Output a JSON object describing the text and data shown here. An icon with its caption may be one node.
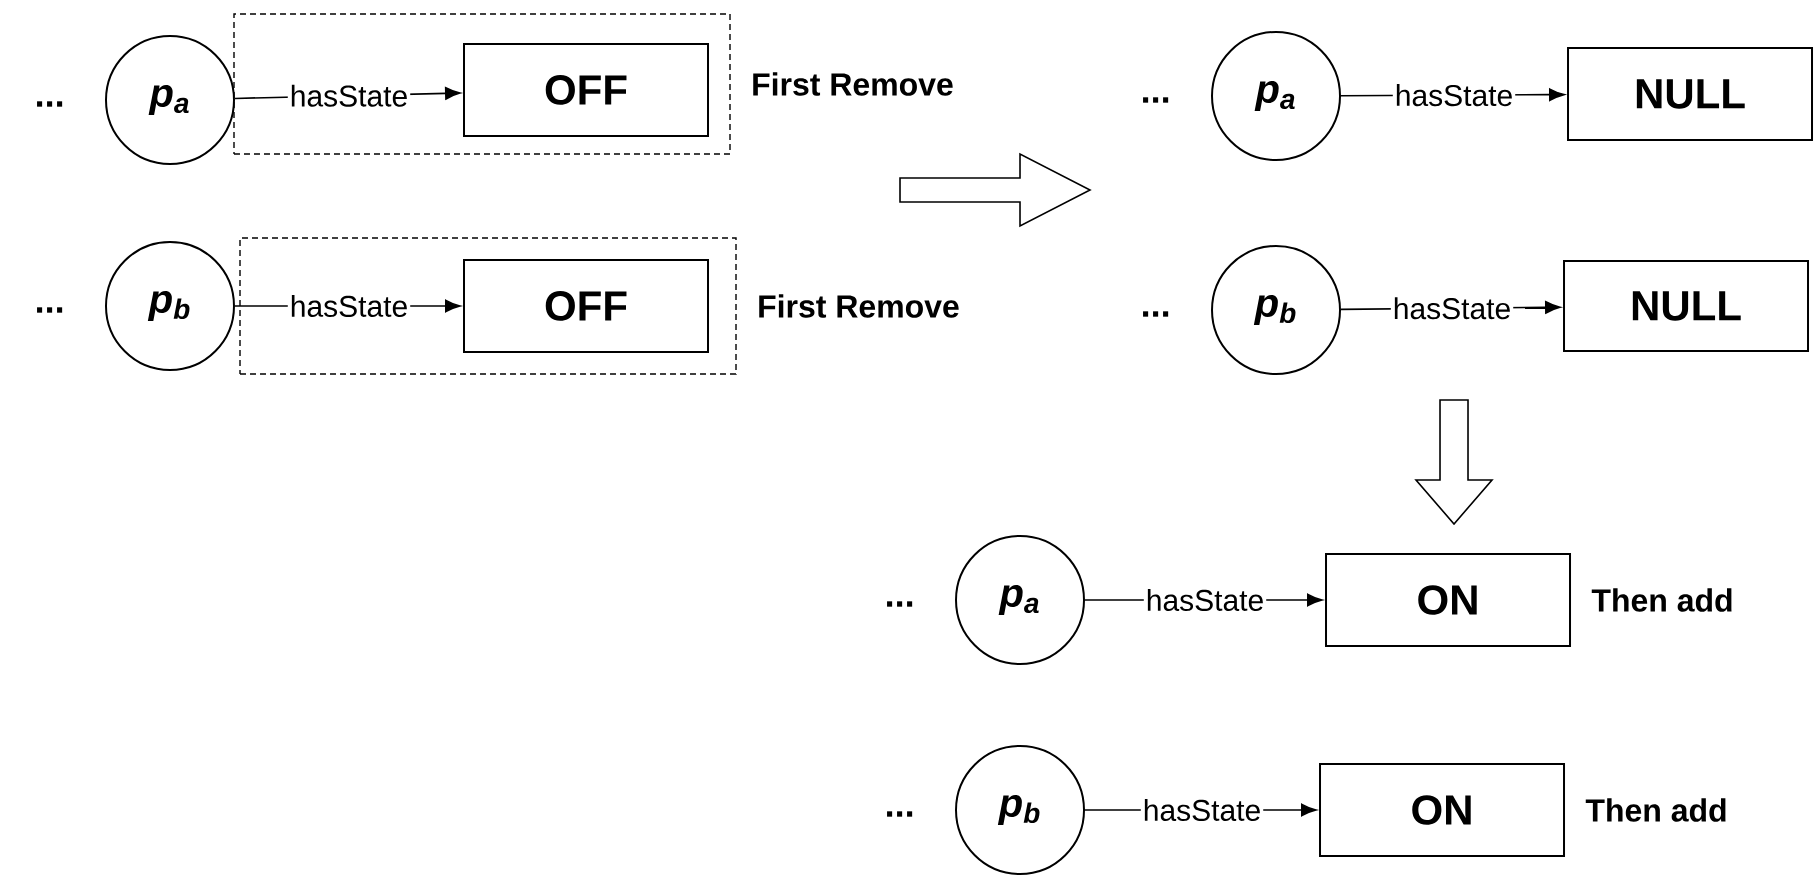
{
  "diagram": {
    "nodes": [
      {
        "text": [
          "p$_{a}$"
        ],
        "beside": [
          "..."
        ]
      },
      {
        "text": [],
        "shape": "box",
        "beside": [
          "First Remove"
        ]
      },
      {
        "text": [
          "OFF"
        ],
        "in": 1
      },
      {
        "text": [
          "p$_{a}$"
        ],
        "beside": [
          "..."
        ]
      },
      {
        "text": [
          "NULL"
        ]
      },
      {
        "text": [
          "p$_{b}$"
        ],
        "beside": [
          "..."
        ]
      },
      {
        "text": [],
        "shape": "box",
        "beside": [
          "First Remove"
        ]
      },
      {
        "text": [
          "OFF"
        ],
        "in": 6
      },
      {
        "text": [
          "p$_{b}$"
        ],
        "beside": [
          "..."
        ]
      },
      {
        "text": [
          "NULL"
        ]
      },
      {
        "text": [
          "p$_{a}$"
        ],
        "beside": [
          "..."
        ]
      },
      {
        "text": [
          "ON"
        ],
        "beside": [
          "Then add"
        ]
      },
      {
        "text": [
          "p$_{b}$"
        ],
        "beside": [
          "..."
        ]
      },
      {
        "text": [
          "ON"
        ],
        "beside": [
          "Then add"
        ]
      }
    ],
    "edges": [
      {
        "from": 0,
        "to": 2,
        "arrow": "to",
        "label": "hasState"
      },
      {
        "from": 3,
        "to": 4,
        "arrow": "to",
        "label": "hasState"
      },
      {
        "from": 5,
        "to": 7,
        "arrow": "to",
        "label": "hasState"
      },
      {
        "from": 8,
        "to": 9,
        "arrow": "to",
        "label": "hasState"
      },
      {
        "from": 10,
        "to": 11,
        "arrow": "to",
        "label": "hasState"
      },
      {
        "from": 12,
        "to": 13,
        "arrow": "to",
        "label": "hasState"
      }
    ]
  }
}
